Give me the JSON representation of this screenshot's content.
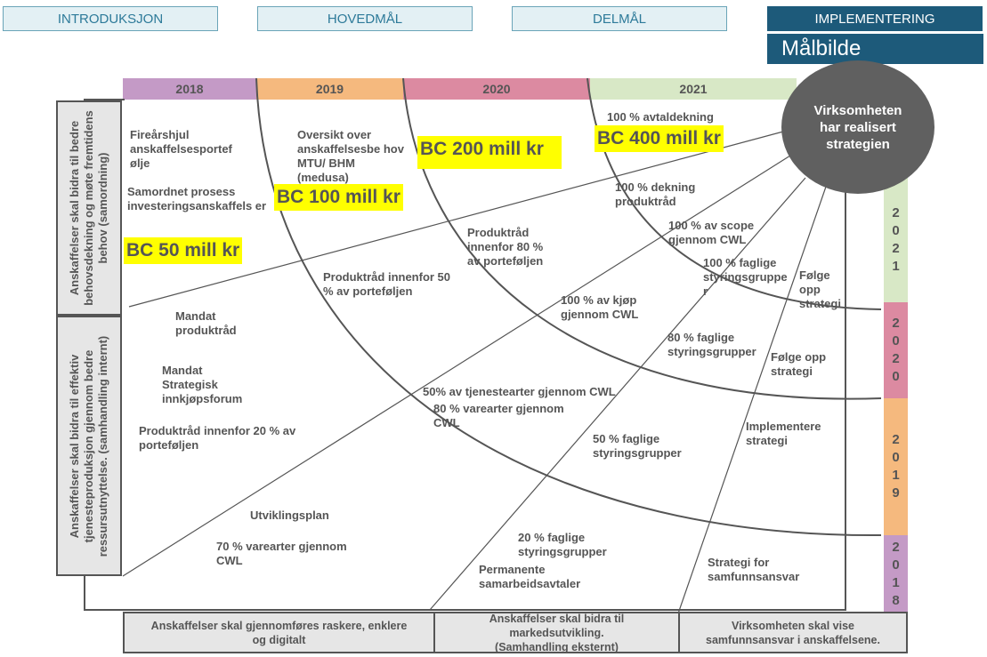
{
  "tabs": [
    {
      "label": "INTRODUKSJON",
      "active": false
    },
    {
      "label": "HOVEDMÅL",
      "active": false
    },
    {
      "label": "DELMÅL",
      "active": false
    },
    {
      "label": "IMPLEMENTERING",
      "active": true
    }
  ],
  "page_title": "Målbilde",
  "years_top": [
    "2018",
    "2019",
    "2020",
    "2021"
  ],
  "years_side": [
    "2021",
    "2020",
    "2019",
    "2018"
  ],
  "year_colors": {
    "2018": "#c49ac6",
    "2019": "#f5b97e",
    "2020": "#dc8aa1",
    "2021": "#d8e8c6"
  },
  "goal": "Virksomheten har realisert strategien",
  "side_goals": [
    "Anskaffelser skal bidra til bedre behovsdekning og møte fremtidens behov (samordning)",
    "Anskaffelser skal bidra til effektiv tjenesteproduksjon gjennom bedre ressursutnyttelse. (samhandling internt)"
  ],
  "bottom_goals": [
    "Anskaffelser skal gjennomføres raskere, enklere og digitalt",
    "Anskaffelser skal bidra til markedsutvikling. (Samhandling eksternt)",
    "Virksomheten skal vise samfunnsansvar i anskaffelsene."
  ],
  "bc": [
    "BC 50 mill kr",
    "BC 100 mill kr",
    "BC 200 mill kr",
    "BC 400 mill kr"
  ],
  "items": {
    "firearshjul": "Fireårshjul anskaffelsesportef ølje",
    "samordnet": "Samordnet prosess investeringsanskaffels er",
    "oversikt": "Oversikt over anskaffelsesbe hov MTU/ BHM (medusa)",
    "produktrad80": "Produktråd innenfor 80 % av porteføljen",
    "produktrad50": "Produktråd innenfor 50 % av porteføljen",
    "avtaldekning": "100 % avtaldekning",
    "dekning_produktrad": "100 % dekning produktråd",
    "scope_cwl": "100 % av scope gjennom CWL",
    "faglige100": "100 % faglige styringsgruppe r",
    "folge1": "Følge opp strategi",
    "kjop_cwl": "100 % av kjøp gjennom CWL",
    "faglige80": "80 % faglige styringsgrupper",
    "folge2": "Følge opp strategi",
    "mandat_produktrad": "Mandat produktråd",
    "mandat_forum": "Mandat Strategisk innkjøpsforum",
    "produktrad20": "Produktråd innenfor 20 % av porteføljen",
    "tjenestearter": "50% av tjenestearter gjennom CWL",
    "varearter80": "80 % varearter gjennom CWL",
    "faglige50": "50 % faglige styringsgrupper",
    "implementere": "Implementere strategi",
    "utviklingsplan": "Utviklingsplan",
    "varearter70": "70 % varearter gjennom CWL",
    "faglige20": "20 % faglige styringsgrupper",
    "permanente": "Permanente samarbeidsavtaler",
    "samfunnsansvar": "Strategi for samfunnsansvar"
  }
}
